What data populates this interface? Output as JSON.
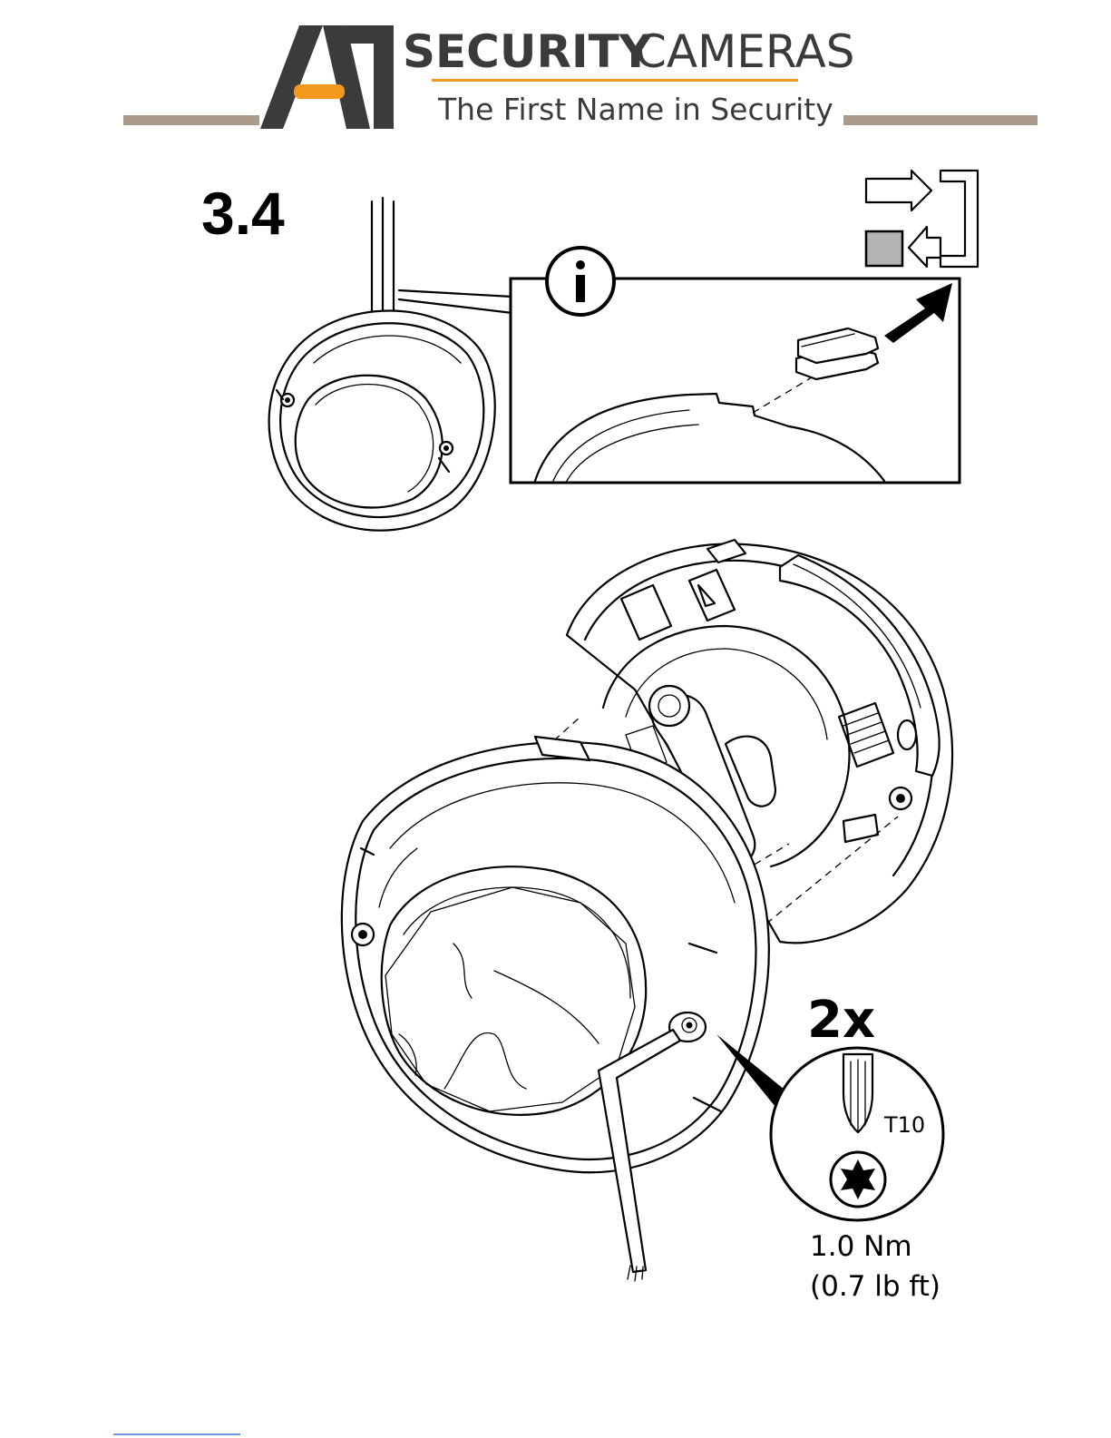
{
  "header": {
    "logo_primary": "SECURITY",
    "logo_secondary": "CAMERAS",
    "logo_tagline": "The First Name in Security",
    "brand_colors": {
      "accent": "#f39a1e",
      "dark": "#3b3b3b",
      "rule": "#a99a8c"
    }
  },
  "step": {
    "label": "3.4"
  },
  "info_panel": {
    "icon": "info-icon",
    "arrow_icon": "arrow-up-right-icon",
    "legend_icon": "move-out-of-package-icon"
  },
  "screw_callout": {
    "count": "2x",
    "bit_label": "T10",
    "bit_icon": "torx-bit-icon",
    "torque_nm": "1.0 Nm",
    "torque_lbft": "(0.7 lb ft)"
  }
}
